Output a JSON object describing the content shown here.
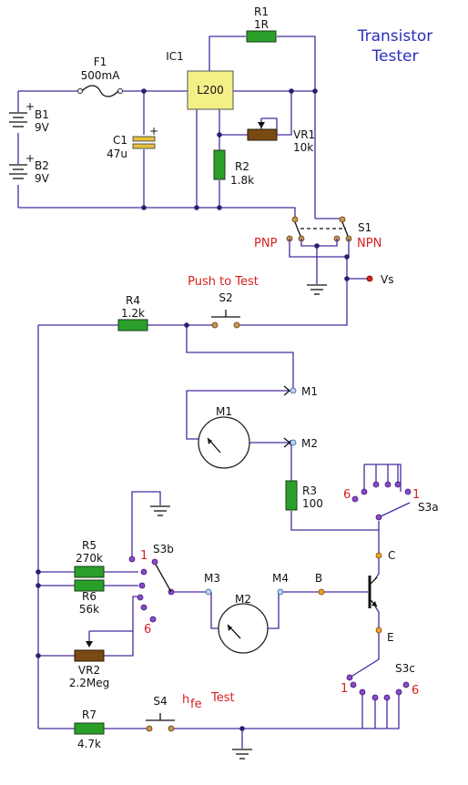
{
  "title_line1": "Transistor",
  "title_line2": "Tester",
  "components": {
    "r1": {
      "ref": "R1",
      "value": "1R"
    },
    "f1": {
      "ref": "F1",
      "value": "500mA"
    },
    "ic1": {
      "ref": "IC1",
      "value": "L200"
    },
    "b1": {
      "ref": "B1",
      "value": "9V"
    },
    "b2": {
      "ref": "B2",
      "value": "9V"
    },
    "c1": {
      "ref": "C1",
      "value": "47u"
    },
    "vr1": {
      "ref": "VR1",
      "value": "10k"
    },
    "r2": {
      "ref": "R2",
      "value": "1.8k"
    },
    "s1": {
      "ref": "S1"
    },
    "r4": {
      "ref": "R4",
      "value": "1.2k"
    },
    "s2": {
      "ref": "S2"
    },
    "m1": {
      "ref": "M1"
    },
    "m2": {
      "ref": "M2"
    },
    "r3": {
      "ref": "R3",
      "value": "100"
    },
    "s3a": {
      "ref": "S3a"
    },
    "s3b": {
      "ref": "S3b"
    },
    "s3c": {
      "ref": "S3c"
    },
    "r5": {
      "ref": "R5",
      "value": "270k"
    },
    "r6": {
      "ref": "R6",
      "value": "56k"
    },
    "vr2": {
      "ref": "VR2",
      "value": "2.2Meg"
    },
    "r7": {
      "ref": "R7",
      "value": "4.7k"
    },
    "s4": {
      "ref": "S4"
    }
  },
  "nodes": {
    "vs": "Vs",
    "m1": "M1",
    "m2": "M2",
    "m3": "M3",
    "m4": "M4",
    "b": "B",
    "c": "C",
    "e": "E"
  },
  "annotations": {
    "pnp": "PNP",
    "npn": "NPN",
    "push_to_test": "Push to Test",
    "hfe_h": "h",
    "hfe_sub": "fe",
    "hfe_test": "Test",
    "plus": "+",
    "s3a_pos1": "1",
    "s3a_pos6": "6",
    "s3b_pos1": "1",
    "s3b_pos6": "6",
    "s3c_pos1": "1",
    "s3c_pos6": "6"
  }
}
